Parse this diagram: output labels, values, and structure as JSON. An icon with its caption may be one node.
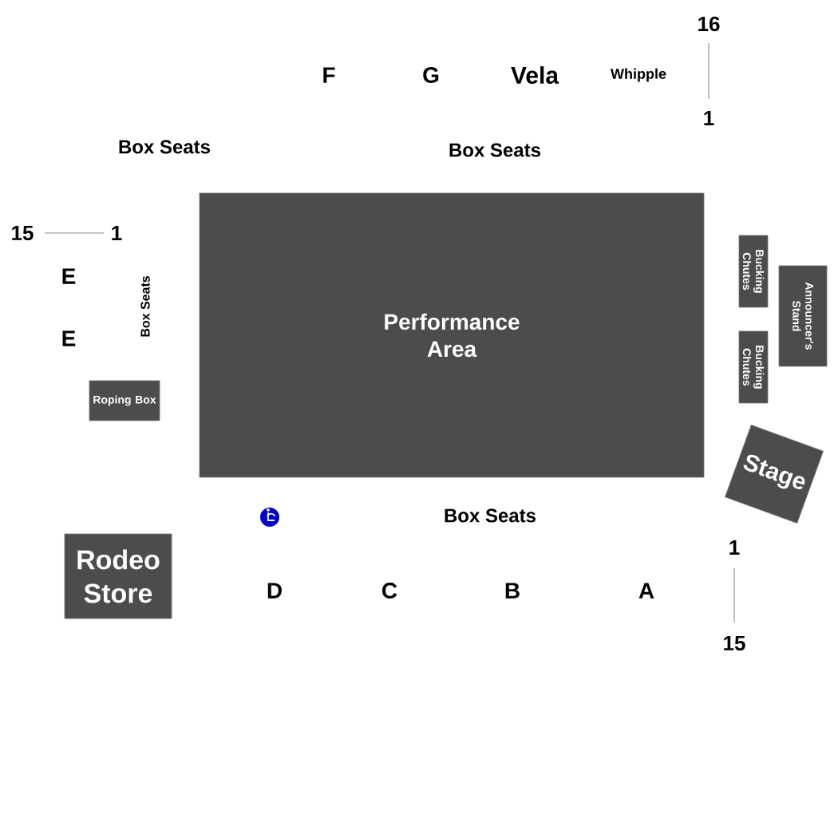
{
  "diagram": {
    "nodes": [
      {
        "text": [
          "Performance Area"
        ]
      },
      {
        "text": [
          "Roping Box"
        ]
      },
      {
        "text": [
          "Rodeo Store"
        ]
      },
      {
        "text": [
          "Bucking Chutes"
        ]
      },
      {
        "text": [
          "Announcer's Stand"
        ]
      },
      {
        "text": [
          "Bucking Chutes"
        ]
      },
      {
        "text": [
          "Stage"
        ]
      }
    ],
    "edges": [],
    "labels": [
      "16",
      "F",
      "G",
      "Vela",
      "Whipple",
      "1",
      "Box Seats",
      "Box Seats",
      "15",
      "1",
      "E",
      "Box Seats",
      "E",
      "Box Seats",
      "1",
      "D",
      "C",
      "B",
      "A",
      "15"
    ]
  }
}
